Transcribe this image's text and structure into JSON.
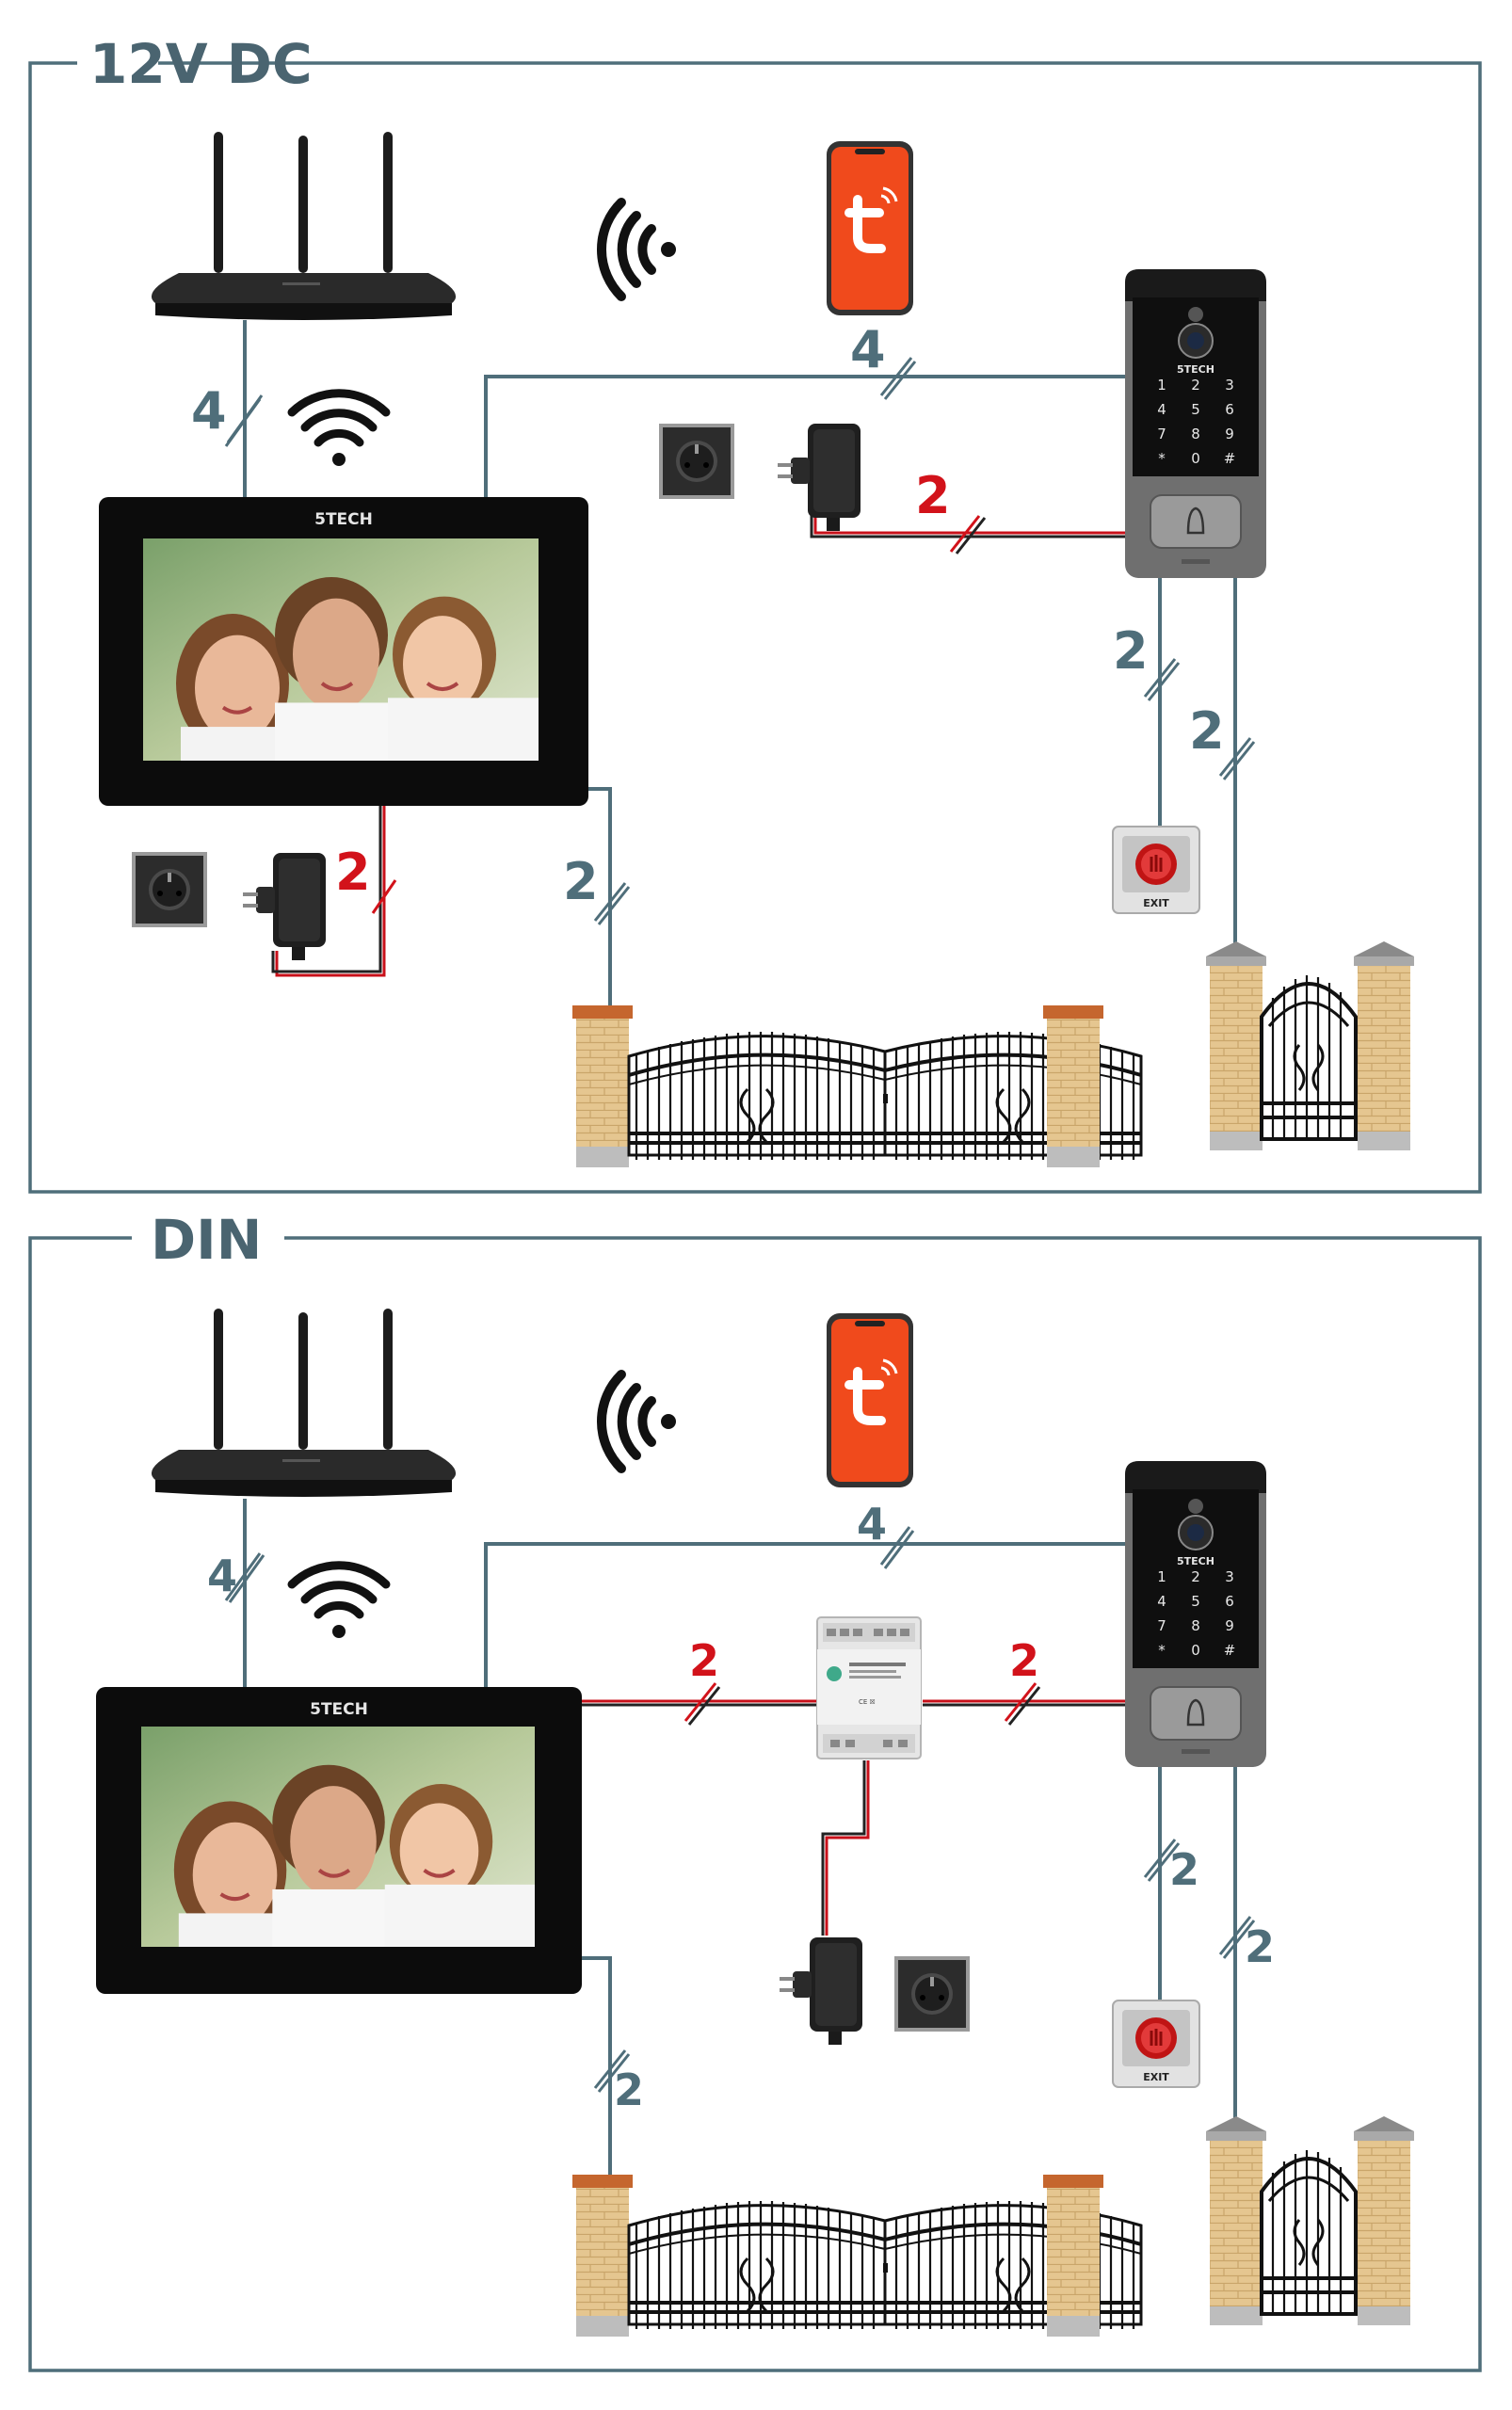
{
  "sections": [
    {
      "title": "12V DC",
      "router_monitor_wires": "4",
      "monitor_panel_wires": "4",
      "panel_power_wires": "2",
      "monitor_power_wires": "2",
      "monitor_gate_wires": "2",
      "panel_exit_wires": "2",
      "panel_wicket_wires": "2"
    },
    {
      "title": "DIN",
      "router_monitor_wires": "4",
      "monitor_panel_wires": "4",
      "monitor_din_wires": "2",
      "din_panel_wires": "2",
      "monitor_gate_wires": "2",
      "panel_exit_wires": "2",
      "panel_wicket_wires": "2"
    }
  ],
  "devices": {
    "monitor_brand": "5TECH",
    "panel_brand": "5TECH",
    "exit_button_label": "EXIT",
    "keypad_keys": [
      "1",
      "2",
      "3",
      "4",
      "5",
      "6",
      "7",
      "8",
      "9",
      "*",
      "0",
      "#"
    ],
    "app_icon": "tuya-app-icon"
  },
  "colors": {
    "frame": "#4f6e7a",
    "title": "#4a6470",
    "power_wire": "#d2121a",
    "wire": "#4f6e7a"
  }
}
